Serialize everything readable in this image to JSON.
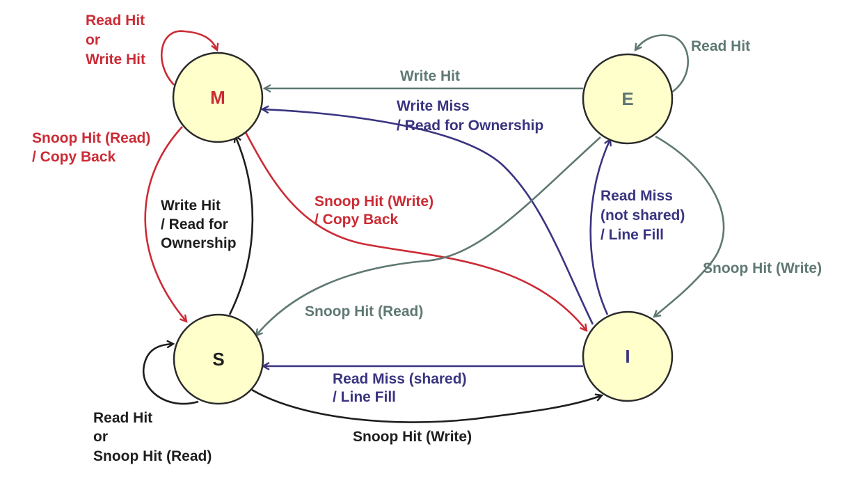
{
  "colors": {
    "modified": "#cc2b35",
    "exclusive": "#5f7873",
    "invalid": "#3a3480",
    "shared": "#1e1e1e",
    "state_fill": "#ffffcc"
  },
  "states": {
    "m": {
      "label": "M"
    },
    "e": {
      "label": "E"
    },
    "s": {
      "label": "S"
    },
    "i": {
      "label": "I"
    }
  },
  "transitions": {
    "m_self": {
      "lines": [
        "Read Hit",
        "or",
        "Write Hit"
      ]
    },
    "e_self": {
      "lines": [
        "Read Hit"
      ]
    },
    "s_self": {
      "lines": [
        "Read Hit",
        "or",
        "Snoop Hit (Read)"
      ]
    },
    "e_to_m": {
      "lines": [
        "Write Hit"
      ]
    },
    "i_to_m": {
      "lines": [
        "Write Miss",
        "/ Read for Ownership"
      ]
    },
    "m_to_s": {
      "lines": [
        "Snoop Hit (Read)",
        "/ Copy Back"
      ]
    },
    "s_to_m": {
      "lines": [
        "Write Hit",
        "/ Read for",
        "Ownership"
      ]
    },
    "m_to_i": {
      "lines": [
        "Snoop Hit (Write)",
        "/ Copy Back"
      ]
    },
    "e_to_s": {
      "lines": [
        "Snoop Hit (Read)"
      ]
    },
    "i_to_e": {
      "lines": [
        "Read Miss",
        "(not shared)",
        "/ Line Fill"
      ]
    },
    "e_to_i": {
      "lines": [
        "Snoop Hit (Write)"
      ]
    },
    "i_to_s": {
      "lines": [
        "Read Miss (shared)",
        "/ Line Fill"
      ]
    },
    "s_to_i": {
      "lines": [
        "Snoop Hit (Write)"
      ]
    }
  }
}
